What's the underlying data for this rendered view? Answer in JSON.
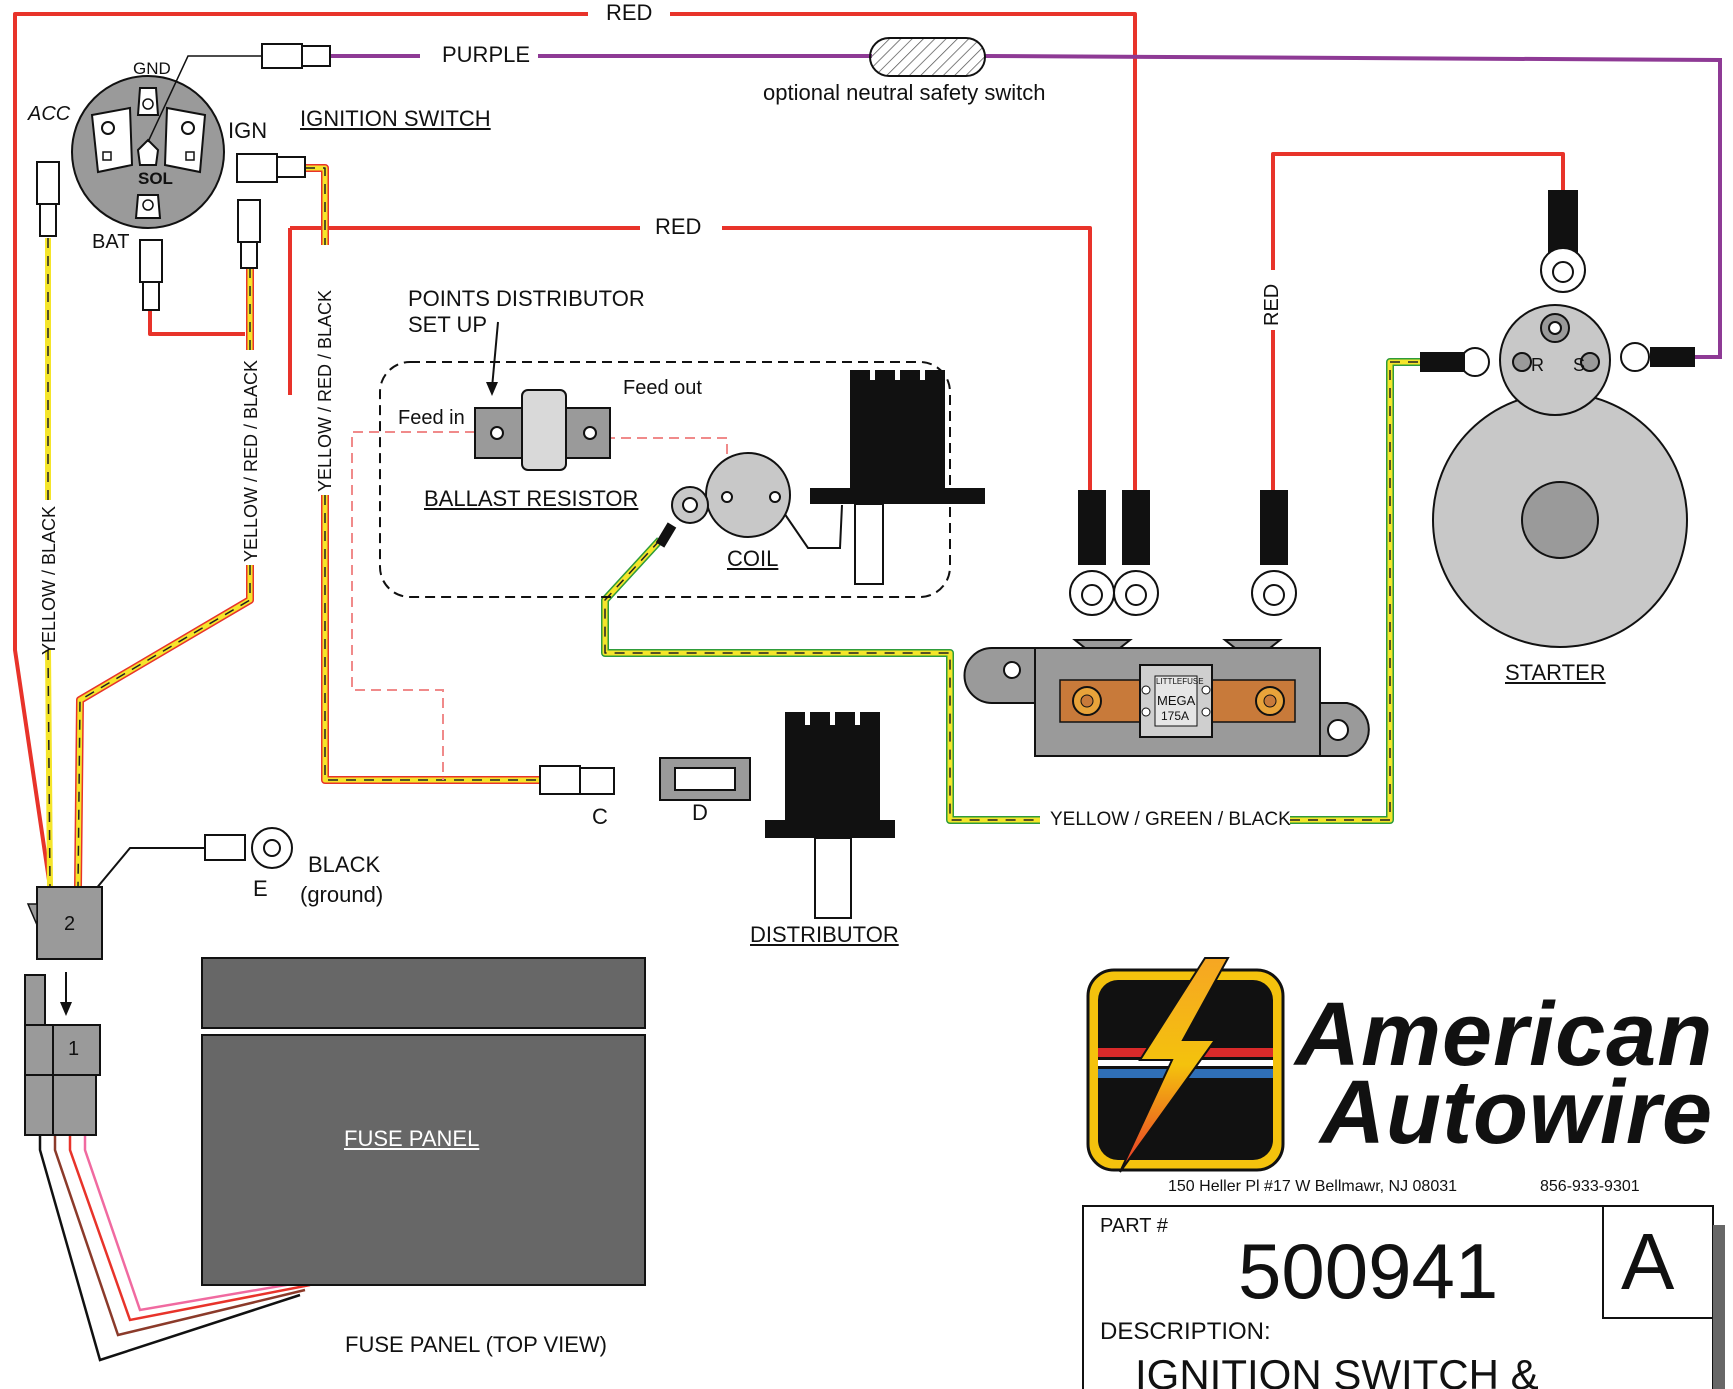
{
  "labels": {
    "red_top": "RED",
    "red_mid": "RED",
    "red_vertical": "RED",
    "purple": "PURPLE",
    "neutral_switch": "optional neutral safety switch",
    "ignition_switch": "IGNITION SWITCH",
    "gnd": "GND",
    "acc": "ACC",
    "ign": "IGN",
    "sol": "SOL",
    "bat": "BAT",
    "points_distributor": "POINTS DISTRIBUTOR",
    "set_up": "SET UP",
    "feed_in": "Feed in",
    "feed_out": "Feed out",
    "ballast_resistor": "BALLAST RESISTOR",
    "coil": "COIL",
    "yellow_black": "YELLOW / BLACK",
    "yellow_red_black_1": "YELLOW / RED / BLACK",
    "yellow_red_black_2": "YELLOW / RED / BLACK",
    "starter": "STARTER",
    "starter_r": "R",
    "starter_s": "S",
    "littlefuse": "LITTLEFUSE",
    "mega": "MEGA",
    "amps": "175A",
    "yellow_green_black": "YELLOW / GREEN / BLACK",
    "conn_c": "C",
    "conn_d": "D",
    "distributor": "DISTRIBUTOR",
    "black": "BLACK",
    "ground": "(ground)",
    "conn_e": "E",
    "conn_2": "2",
    "conn_1": "1",
    "fuse_panel": "FUSE PANEL",
    "fuse_panel_top": "FUSE PANEL (TOP VIEW)"
  },
  "company": {
    "name_line1": "American",
    "name_line2": "Autowire",
    "address": "150 Heller Pl #17 W  Bellmawr, NJ  08031",
    "phone": "856-933-9301"
  },
  "title_block": {
    "part_label": "PART #",
    "part_number": "500941",
    "revision": "A",
    "description_label": "DESCRIPTION:",
    "description": "IGNITION SWITCH &"
  },
  "colors": {
    "red_wire": "#e8332a",
    "purple_wire": "#8e3a95",
    "yellow_wire": "#f5e52a",
    "green_wire": "#2e9c3a",
    "component_gray": "#8a8a8a",
    "fuse_panel": "#676767",
    "logo_red": "#d92a2a",
    "logo_blue": "#2f6fb7",
    "logo_yellow": "#f4c20d"
  }
}
